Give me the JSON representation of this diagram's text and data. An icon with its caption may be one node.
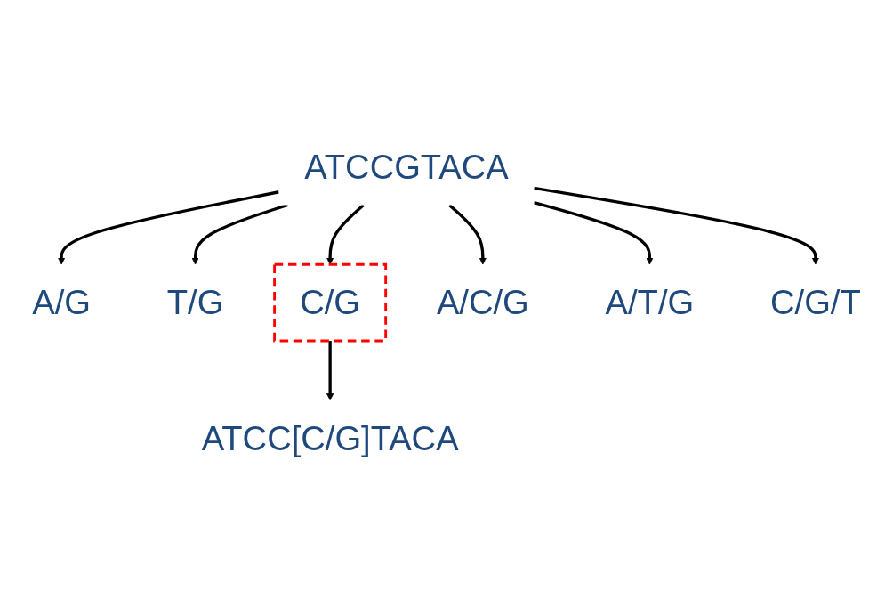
{
  "diagram": {
    "nodes": [
      {
        "text": [
          "ATCCGTACA"
        ]
      },
      {
        "text": [
          "A/G"
        ]
      },
      {
        "text": [
          "T/G"
        ]
      },
      {
        "text": [
          "C/G"
        ]
      },
      {
        "text": [
          "A/C/G"
        ]
      },
      {
        "text": [
          "A/T/G"
        ]
      },
      {
        "text": [
          "C/G/T"
        ]
      },
      {
        "text": [
          "ATCC[C/G]TACA"
        ]
      }
    ],
    "edges": [
      {
        "from": 0,
        "to": 1,
        "arrow": "to"
      },
      {
        "from": 0,
        "to": 2,
        "arrow": "to"
      },
      {
        "from": 0,
        "to": 3,
        "arrow": "to"
      },
      {
        "from": 0,
        "to": 4,
        "arrow": "to"
      },
      {
        "from": 0,
        "to": 5,
        "arrow": "to"
      },
      {
        "from": 0,
        "to": 6,
        "arrow": "to"
      },
      {
        "from": 3,
        "to": 7,
        "arrow": "to"
      }
    ]
  }
}
